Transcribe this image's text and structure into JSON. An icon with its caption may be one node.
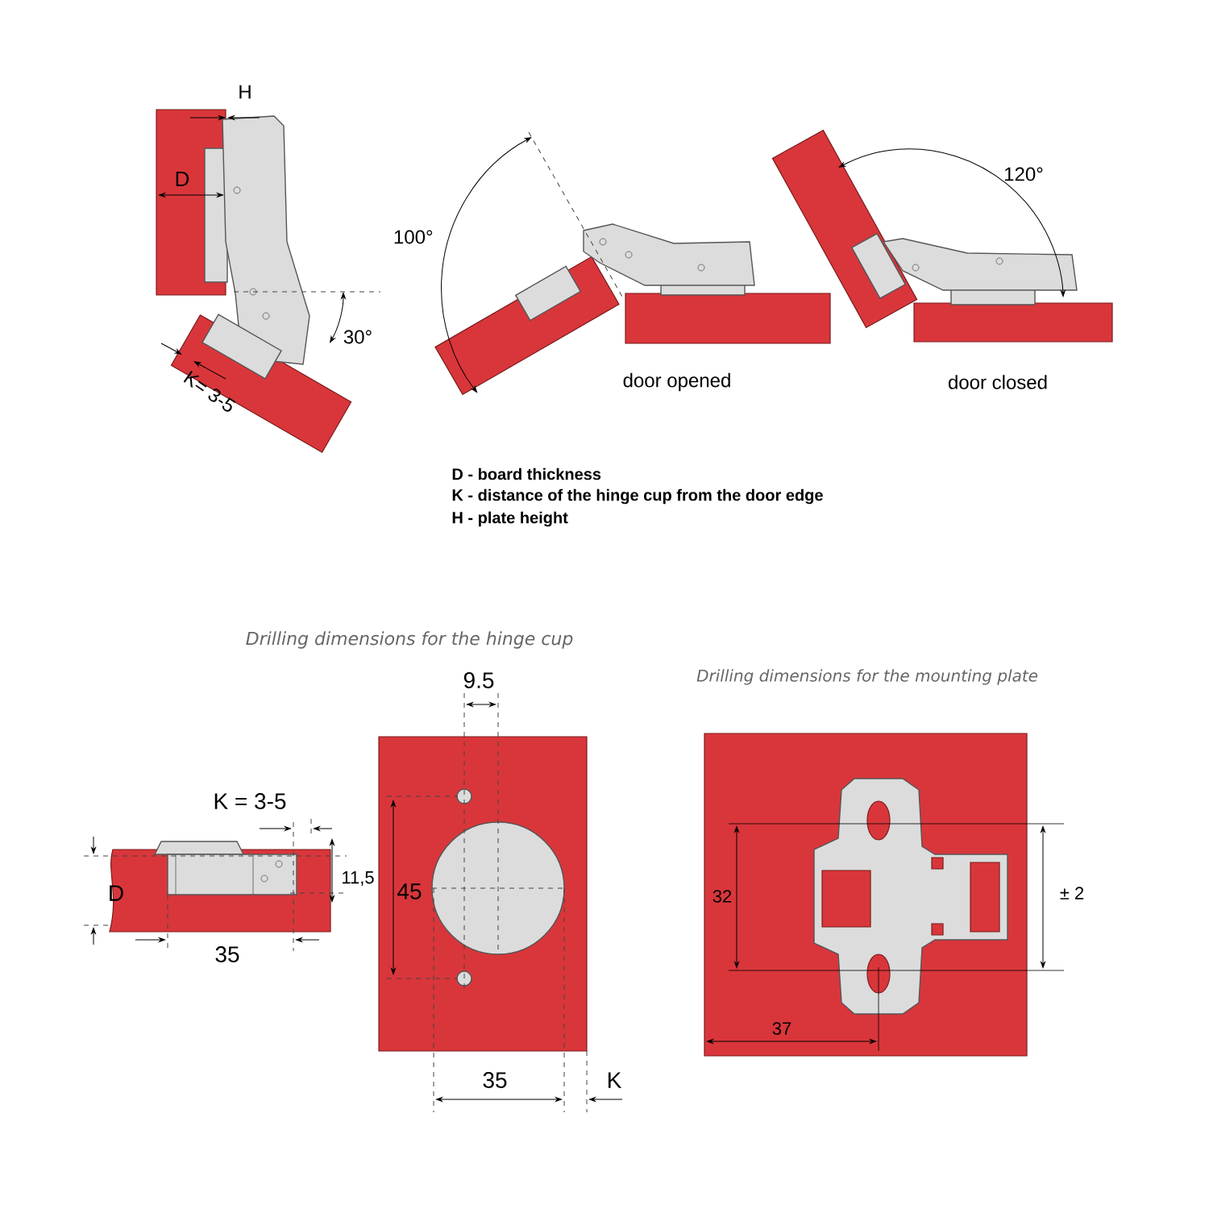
{
  "diagram": {
    "labels": [
      "H",
      "D",
      "30°",
      "K= 3-5",
      "100°",
      "door opened",
      "120°",
      "door closed",
      "D - board thickness",
      "K - distance of the hinge cup from the door edge",
      "H - plate height",
      "Drilling dimensions for the hinge cup",
      "K = 3-5",
      "D",
      "11,5",
      "35",
      "9.5",
      "45",
      "35",
      "K",
      "Drilling dimensions for the mounting plate",
      "32",
      "± 2",
      "37"
    ]
  }
}
